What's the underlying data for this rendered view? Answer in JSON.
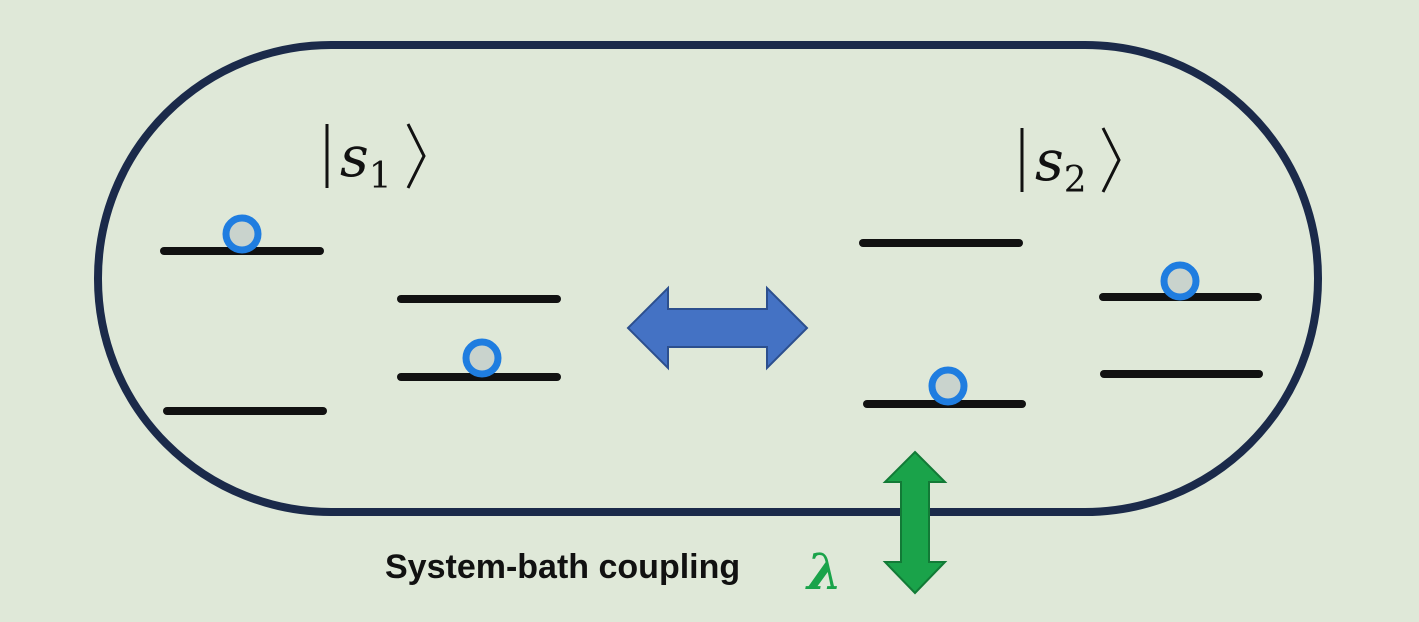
{
  "diagram": {
    "state_1": {
      "letter": "s",
      "subscript": "1"
    },
    "state_2": {
      "letter": "s",
      "subscript": "2"
    },
    "caption": "System-bath coupling",
    "coupling_symbol": "λ",
    "colors": {
      "background": "#dfe8d8",
      "system_border": "#1b2a4a",
      "exchange_arrow": "#4472c4",
      "coupling_arrow": "#1aa34a",
      "coupling_symbol": "#1aa34a",
      "particle_ring": "#1f7de0",
      "energy_level": "#111111"
    },
    "icons": {
      "exchange_arrow": "double-headed-horizontal-arrow-icon",
      "coupling_arrow": "double-headed-vertical-arrow-icon",
      "particle": "circle-ring-icon"
    }
  }
}
